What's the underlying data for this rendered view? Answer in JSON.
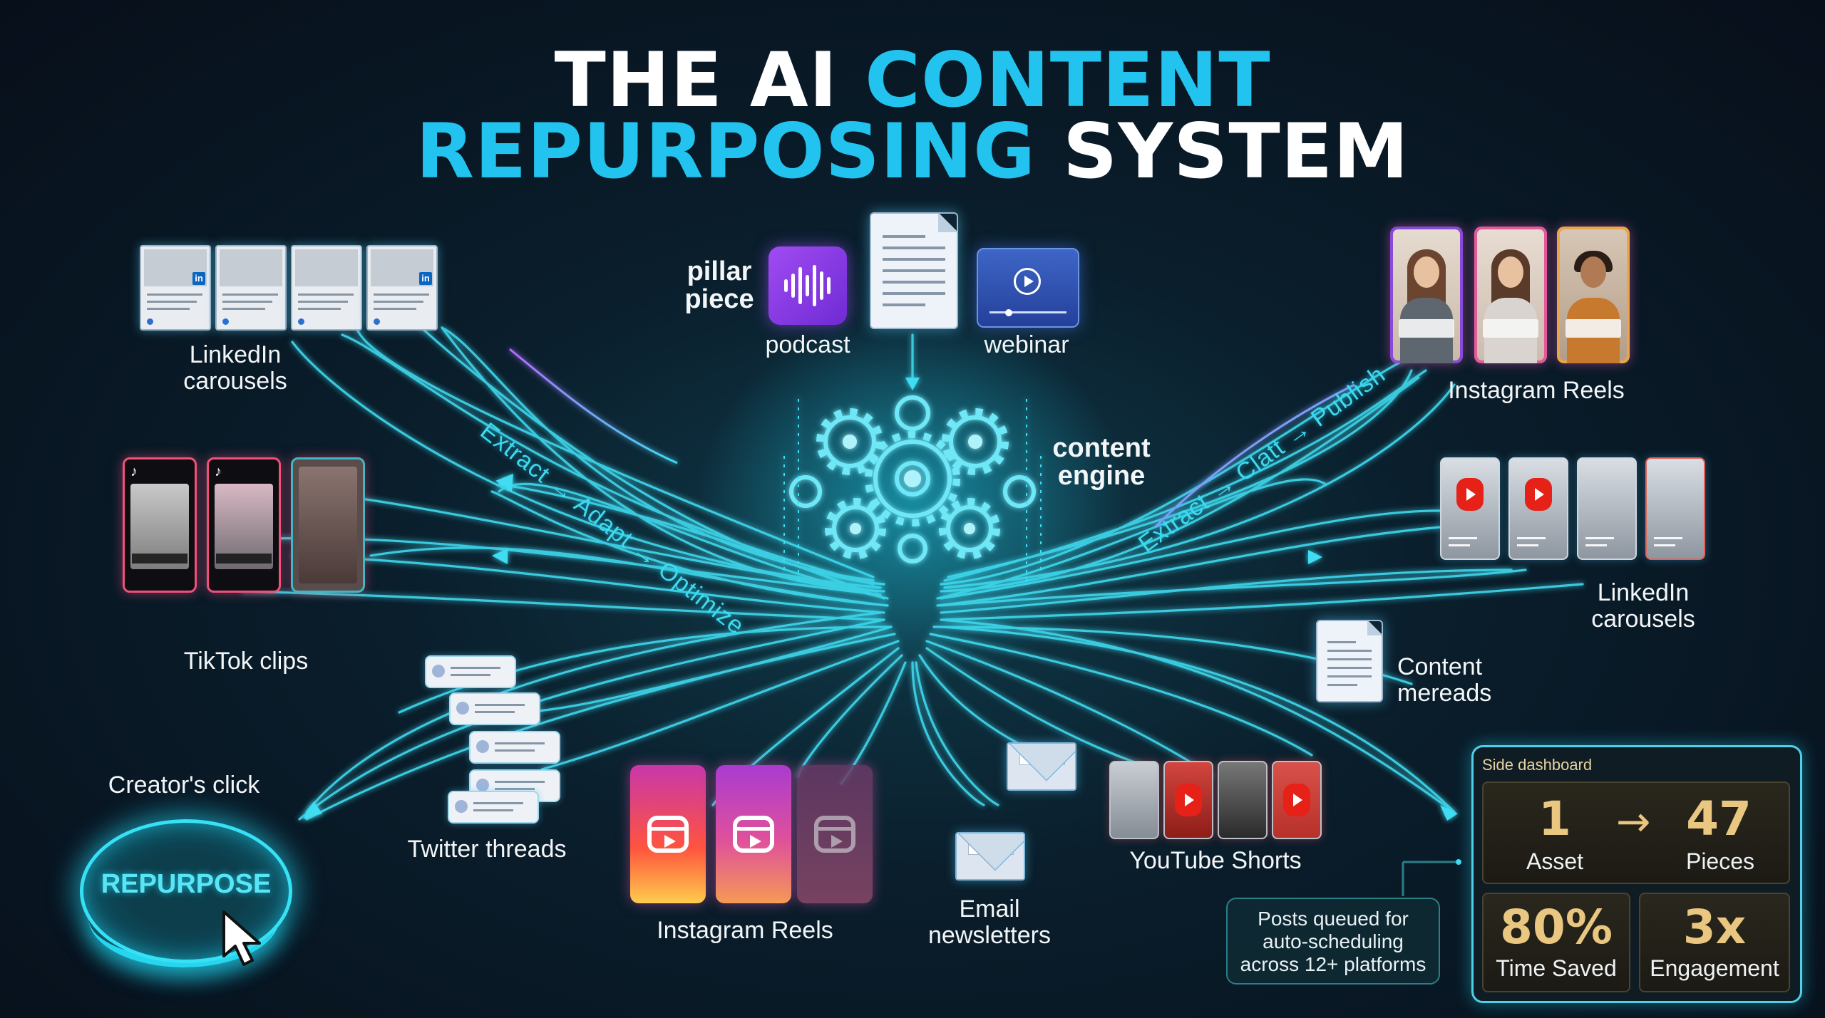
{
  "title": {
    "line1_white": "THE AI ",
    "line1_accent": "CONTENT",
    "line2_accent": "REPURPOSING",
    "line2_white": " SYSTEM"
  },
  "colors": {
    "accent": "#22c3ee",
    "background": "#0a1e2c",
    "dashboard_gold": "#e9c780"
  },
  "inputs": {
    "pillar_label": "pillar\npiece",
    "podcast_label": "podcast",
    "webinar_label": "webinar"
  },
  "engine": {
    "label": "content\nengine"
  },
  "flows": {
    "left": "Extract → Adapt → Optimize",
    "right": "Extract → Clatt → Publish"
  },
  "outputs": {
    "linkedin_left": "LinkedIn\ncarousels",
    "tiktok": "TikTok clips",
    "twitter": "Twitter threads",
    "instagram_bottom": "Instagram Reels",
    "email": "Email\nnewsletters",
    "youtube": "YouTube Shorts",
    "content_mereads": "Content\nmereads",
    "linkedin_right": "LinkedIn\ncarousels",
    "instagram_top": "Instagram Reels"
  },
  "cta": {
    "caption": "Creator's click",
    "button_label": "REPURPOSE"
  },
  "queue_note": "Posts queued for\nauto-scheduling\nacross 12+ platforms",
  "dashboard": {
    "title": "Side dashboard",
    "asset_value": "1",
    "asset_label": "Asset",
    "arrow": "→",
    "pieces_value": "47",
    "pieces_label": "Pieces",
    "time_value": "80%",
    "time_label": "Time Saved",
    "engagement_value": "3x",
    "engagement_label": "Engagement"
  },
  "icons": [
    "linkedin-icon",
    "tiktok-icon",
    "instagram-reels-icon",
    "youtube-shorts-icon",
    "envelope-icon",
    "document-icon",
    "microphone-waveform-icon",
    "play-icon",
    "gear-icon",
    "cursor-icon"
  ]
}
